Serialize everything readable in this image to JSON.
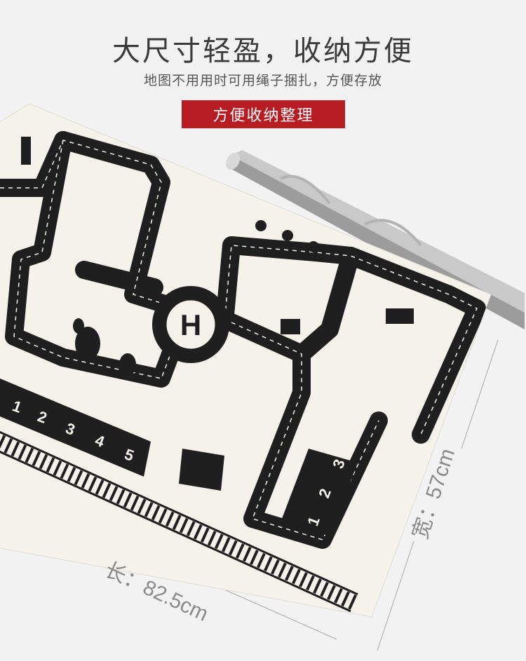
{
  "header": {
    "title": "大尺寸轻盈，收纳方便",
    "subtitle": "地图不用用时可用绳子捆扎，方便存放",
    "badge": "方便收纳整理"
  },
  "map": {
    "center_letter": "H",
    "slots_left": [
      "1",
      "2",
      "3",
      "4",
      "5"
    ],
    "slots_right": [
      "1",
      "2",
      "3"
    ]
  },
  "dimensions": {
    "length": "长：82.5cm",
    "width": "宽：57cm"
  },
  "colors": {
    "accent": "#b71c22",
    "road": "#1f1f1f",
    "paper": "#f4f2ea"
  }
}
